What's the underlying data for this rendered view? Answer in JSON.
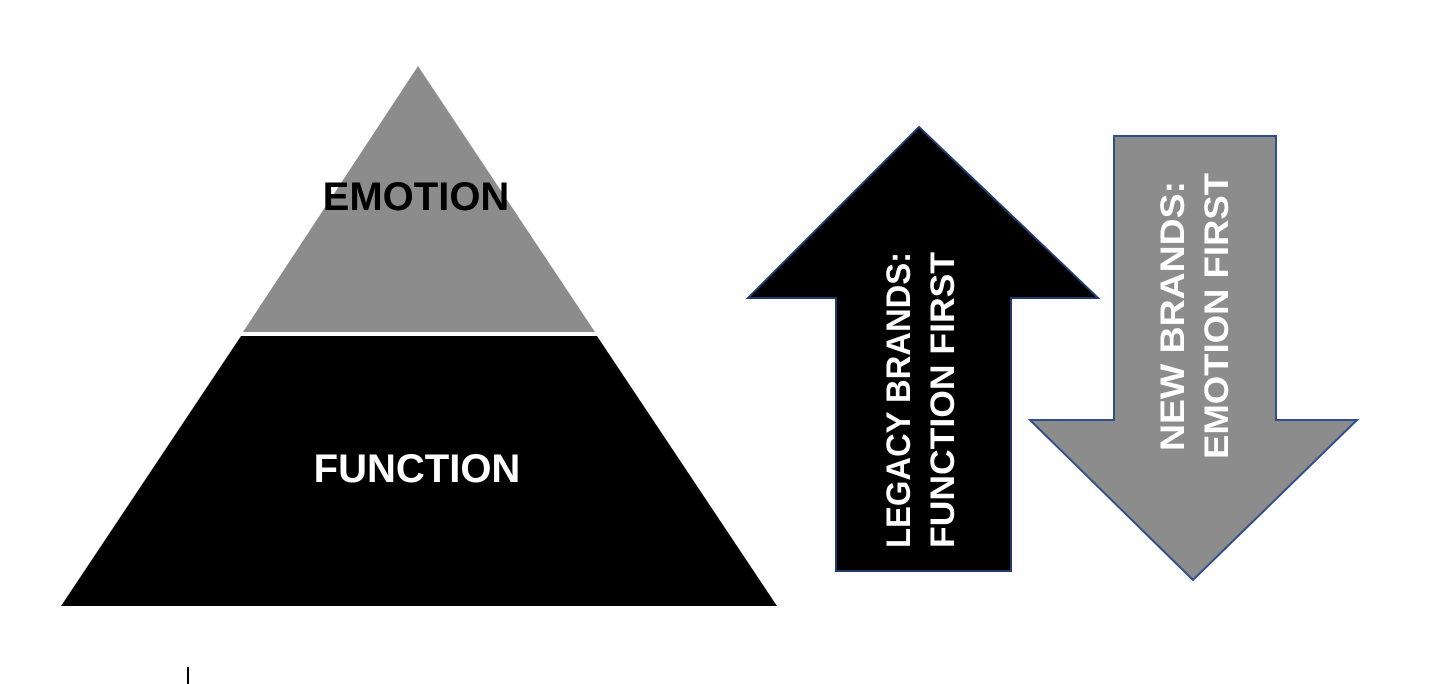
{
  "pyramid": {
    "top_label": "EMOTION",
    "bottom_label": "FUNCTION",
    "top_color": "#8c8c8c",
    "bottom_color": "#000000",
    "top_text_color": "#000000",
    "bottom_text_color": "#ffffff"
  },
  "arrows": {
    "up": {
      "direction": "up",
      "line1": "LEGACY BRANDS:",
      "line2": "FUNCTION FIRST",
      "fill": "#000000",
      "text_color": "#ffffff",
      "outline": "#1f3a6e"
    },
    "down": {
      "direction": "down",
      "line1": "NEW BRANDS:",
      "line2": "EMOTION FIRST",
      "fill": "#8c8c8c",
      "text_color": "#ffffff",
      "outline": "#2f4f8a"
    }
  }
}
